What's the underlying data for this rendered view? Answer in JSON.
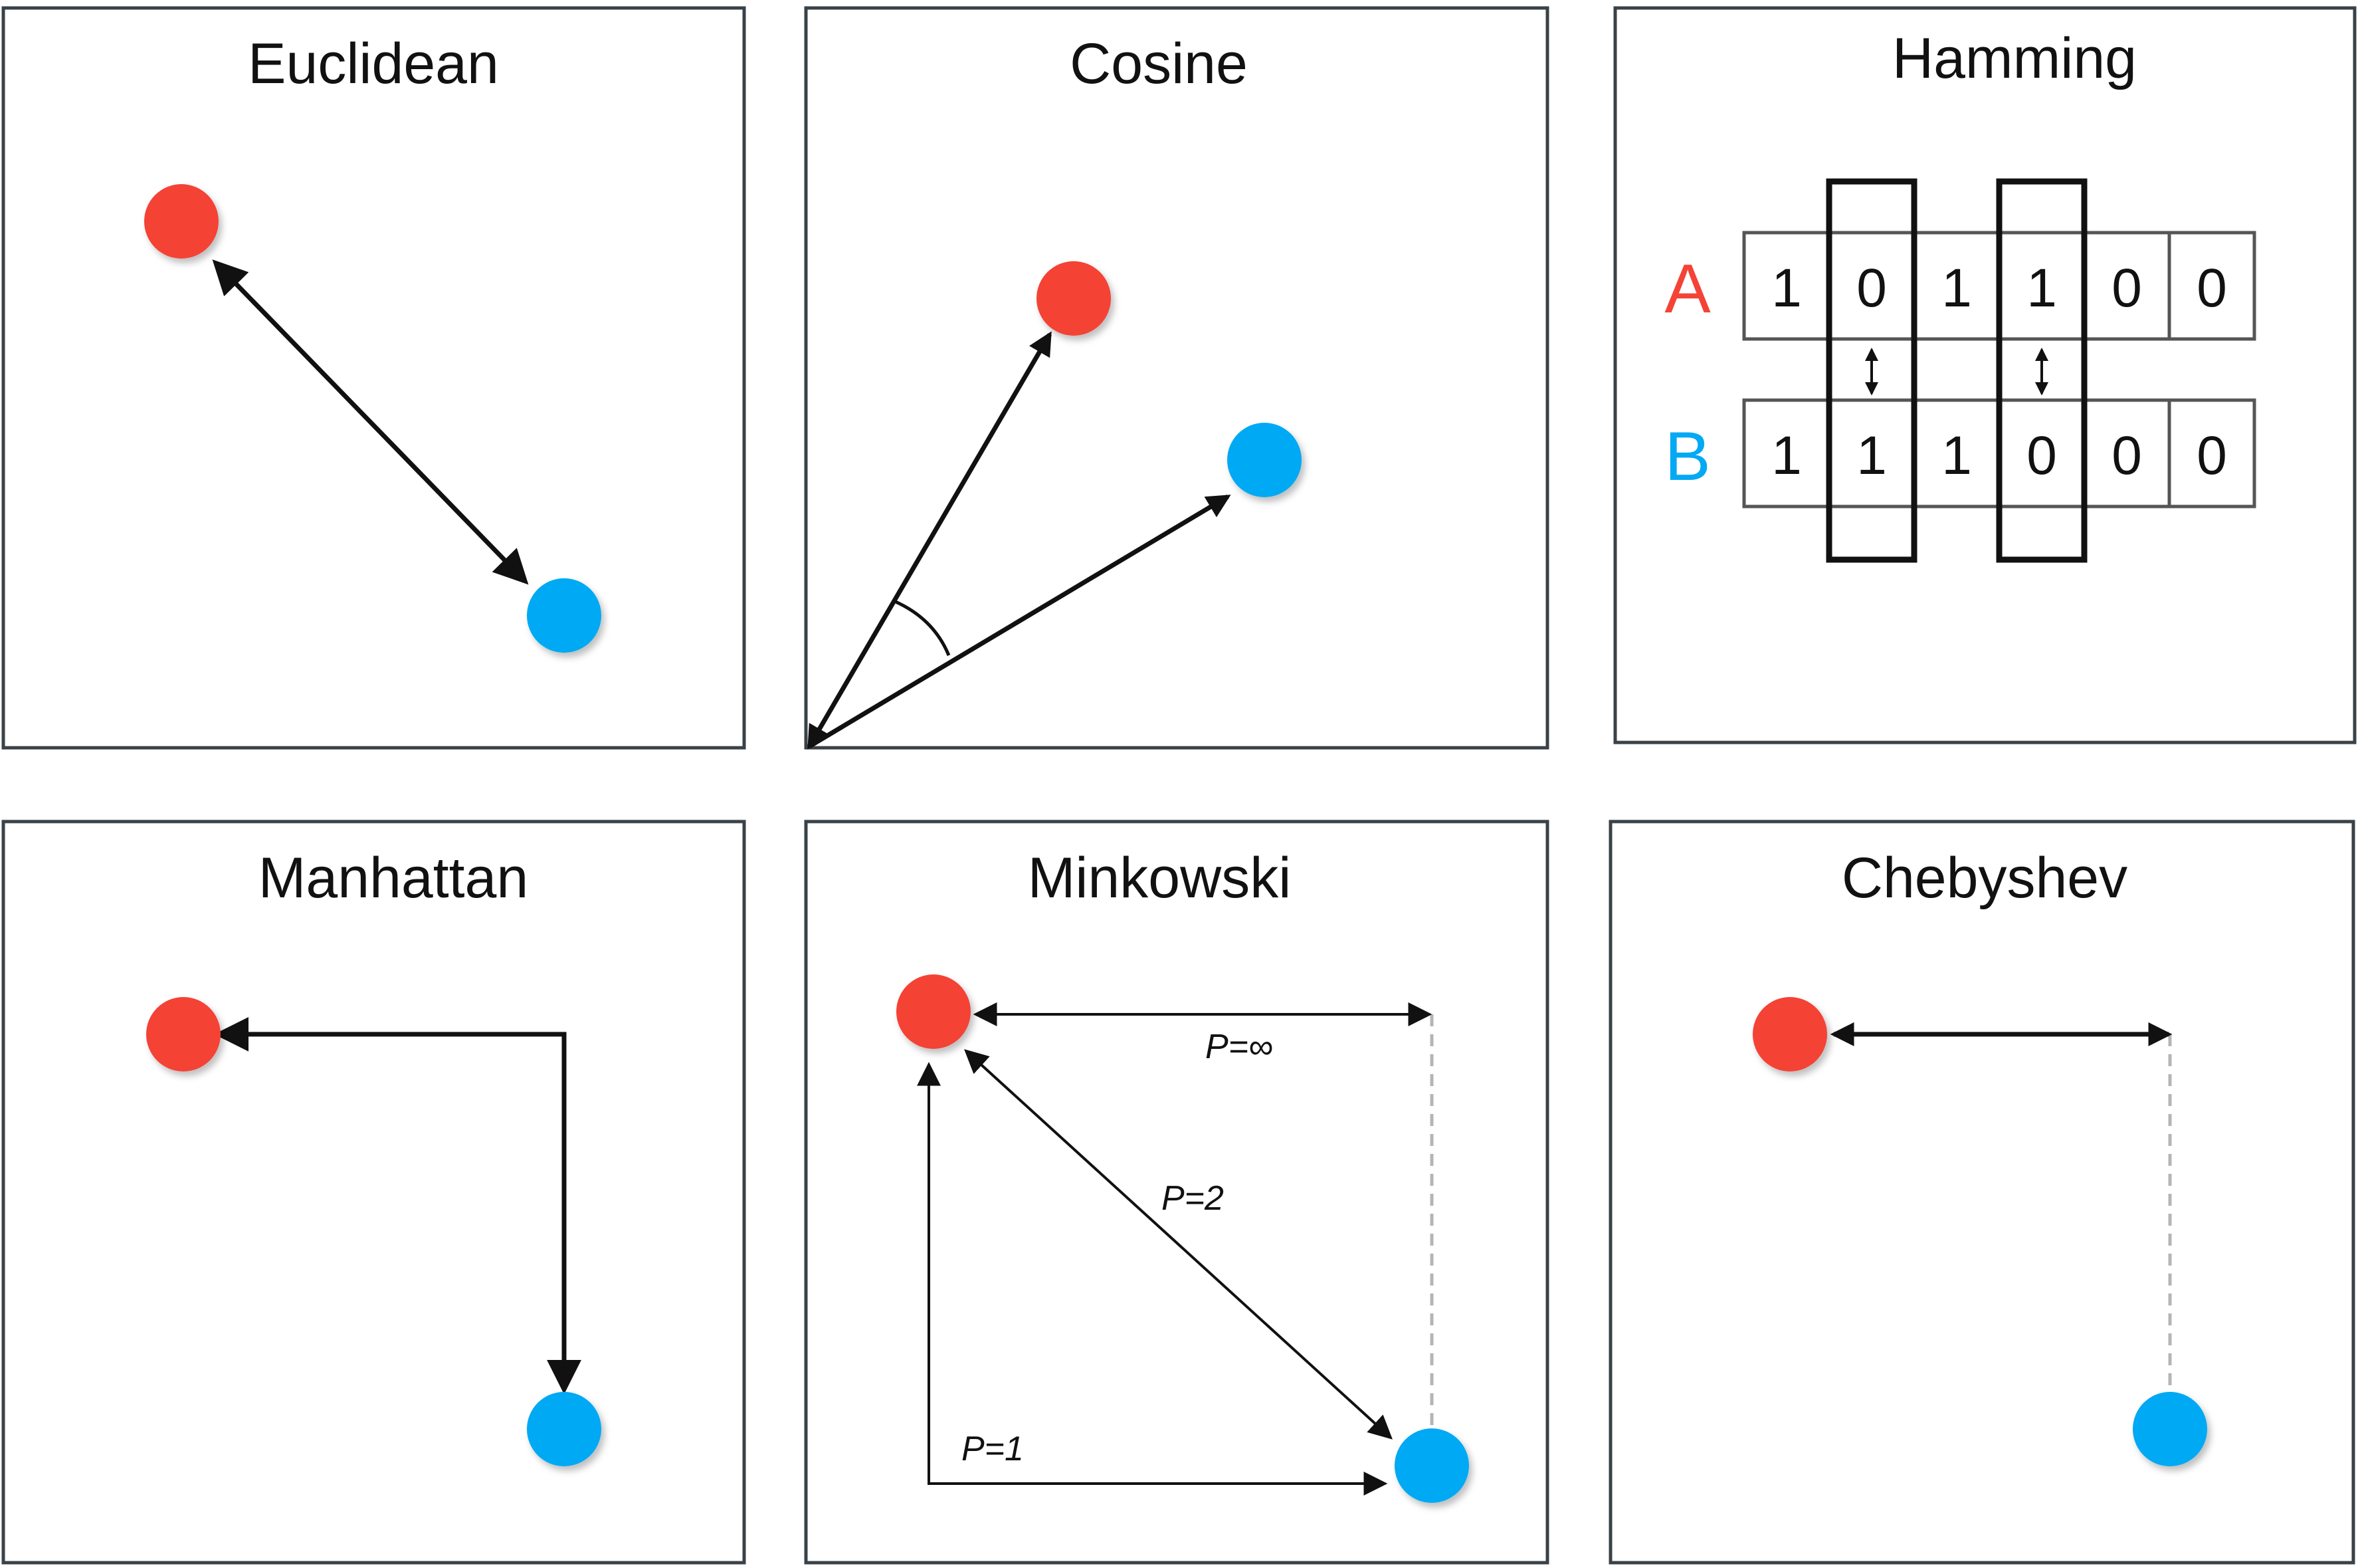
{
  "colors": {
    "point_a": "#f44336",
    "point_b": "#03a9f4",
    "frame": "#3a4248",
    "guide": "#b5b5b5"
  },
  "panels": {
    "euclidean": {
      "title": "Euclidean"
    },
    "cosine": {
      "title": "Cosine"
    },
    "hamming": {
      "title": "Hamming",
      "row_a_label": "A",
      "row_b_label": "B",
      "row_a_bits": [
        "1",
        "0",
        "1",
        "1",
        "0",
        "0"
      ],
      "row_b_bits": [
        "1",
        "1",
        "1",
        "0",
        "0",
        "0"
      ],
      "differing_positions": [
        2,
        4
      ]
    },
    "manhattan": {
      "title": "Manhattan"
    },
    "minkowski": {
      "title": "Minkowski",
      "p_inf_label": "P=∞",
      "p_2_label": "P=2",
      "p_1_label": "P=1"
    },
    "chebyshev": {
      "title": "Chebyshev"
    }
  }
}
